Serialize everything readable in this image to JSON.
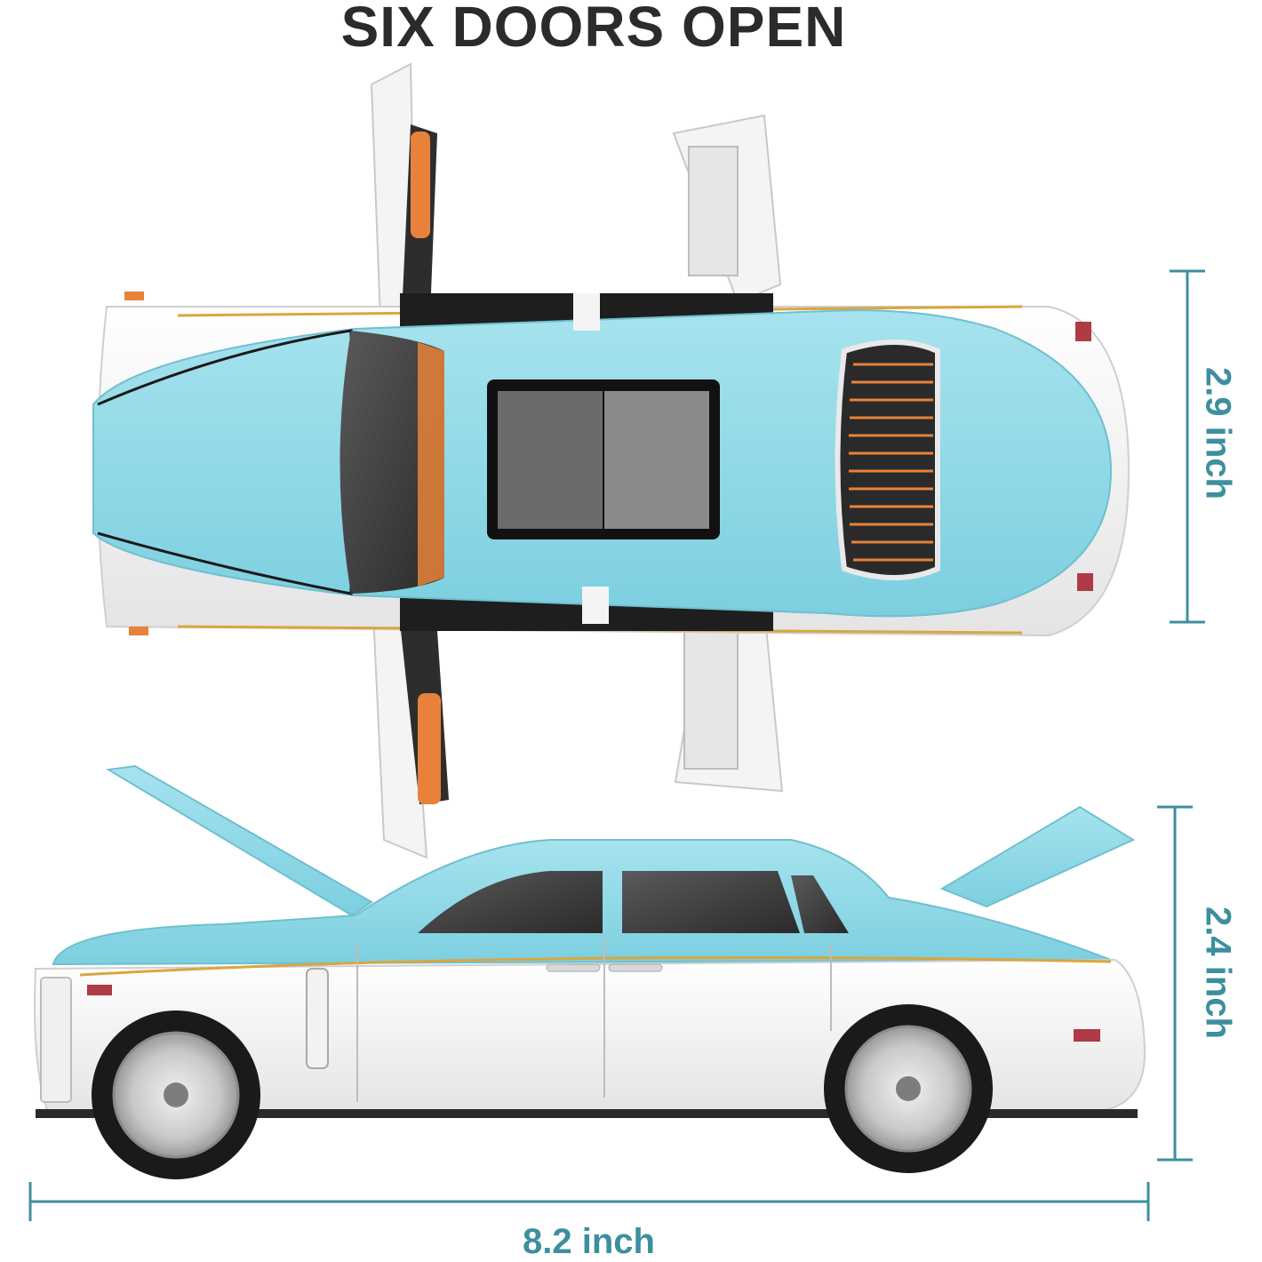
{
  "headline": "SIX DOORS OPEN",
  "dimensions": {
    "width": "8.2 inch",
    "top_view_height": "2.9 inch",
    "side_view_height": "2.4 inch"
  },
  "colors": {
    "accent": "#3d8f9e",
    "body_blue": "#8fd8e6",
    "body_white": "#f7f7f7",
    "trim_gold": "#d9a640",
    "interior_orange": "#e8823a",
    "headline": "#2b2b2b"
  }
}
